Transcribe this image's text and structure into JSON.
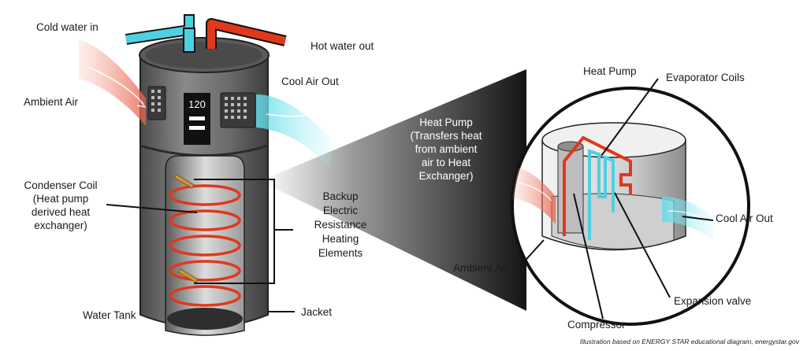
{
  "labels": {
    "cold_water_in": "Cold water in",
    "hot_water_out": "Hot water out",
    "ambient_air_left": "Ambient Air",
    "cool_air_out_top": "Cool Air Out",
    "condenser_coil": [
      "Condenser Coil",
      "(Heat pump",
      "derived heat",
      "exchanger)"
    ],
    "backup_elements": [
      "Backup",
      "Electric",
      "Resistance",
      "Heating",
      "Elements"
    ],
    "water_tank": "Water Tank",
    "jacket": "Jacket",
    "heat_pump_desc": [
      "Heat Pump",
      "(Transfers heat",
      "from ambient",
      "air to Heat",
      "Exchanger)"
    ],
    "heat_pump_title": "Heat Pump",
    "evaporator_coils": "Evaporator Coils",
    "cool_air_out_right": "Cool Air Out",
    "ambient_air_right": "Ambient Air",
    "expansion_valve": "Expansion valve",
    "compressor": "Compressor"
  },
  "display": {
    "temperature": "120"
  },
  "credit": "Illustration based on ENERGY STAR educational diagram, energystar.gov",
  "colors": {
    "hot_pipe": "#e0381d",
    "cold_pipe": "#4fd0e0",
    "tank_body": "#6b6b6b",
    "coil": "#e0381d",
    "ambient_air": "#f08a7a",
    "cool_air": "#7fe4ef"
  }
}
